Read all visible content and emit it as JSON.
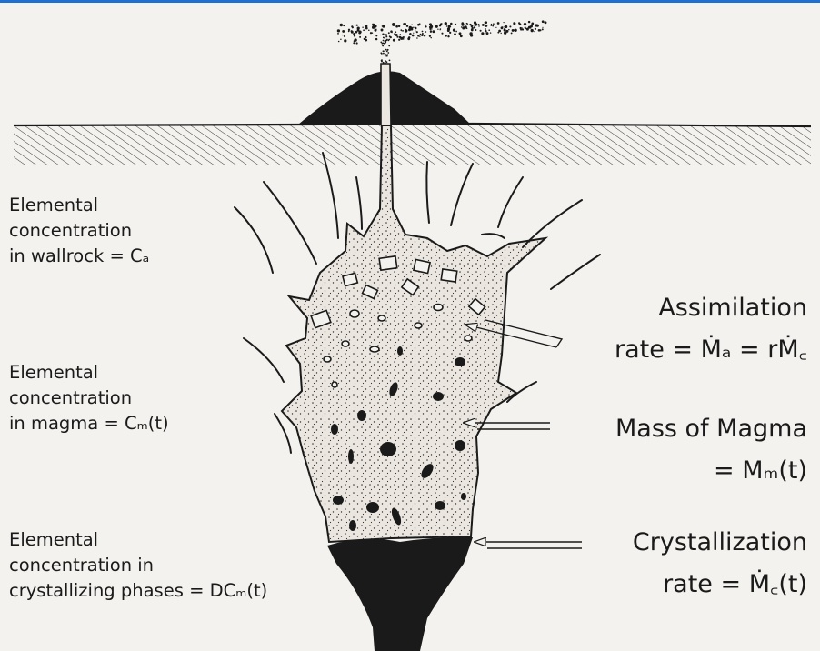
{
  "left_labels": [
    {
      "line1": "Elemental",
      "line2": "concentration",
      "line3": "in wallrock = Cₐ"
    },
    {
      "line1": "Elemental",
      "line2": "concentration",
      "line3": "in magma = Cₘ(t)"
    },
    {
      "line1": "Elemental",
      "line2": "concentration in",
      "line3": "crystallizing phases = DCₘ(t)"
    }
  ],
  "right_labels": [
    {
      "line1": "Assimilation",
      "line2": "rate = Ṁₐ = rṀ꜀"
    },
    {
      "line1": "Mass of Magma",
      "line2": "= Mₘ(t)"
    },
    {
      "line1": "Crystallization",
      "line2": "rate = Ṁ꜀(t)"
    }
  ],
  "colors": {
    "ink": "#1a1a1a",
    "paper": "#f4f2ef",
    "magma": "#ebe7e0",
    "accent_bar": "#1d6fd1"
  }
}
